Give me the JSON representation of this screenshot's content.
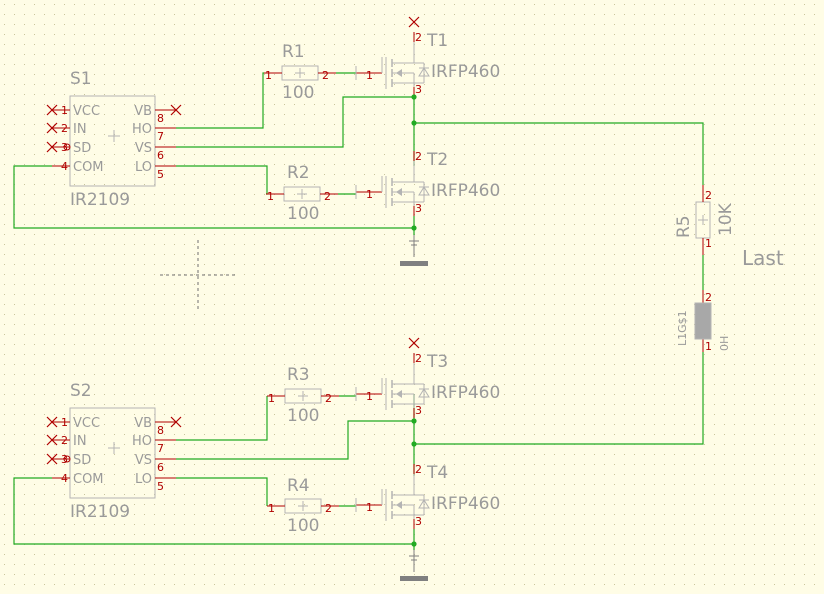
{
  "colors": {
    "background": "#fffde6",
    "grid_dot": "#c8c49a",
    "part_outline": "#b4b4b4",
    "part_text": "#9a9a9a",
    "pin_line": "#b00000",
    "pin_number": "#b00000",
    "wire": "#22aa22",
    "junction": "#22aa22",
    "unconnected_marker": "#b00000",
    "ground": "#808080",
    "inductor_fill": "#a8a8a8"
  },
  "drivers": [
    {
      "name": "S1",
      "value": "IR2109",
      "left_pins": [
        {
          "label": "VCC",
          "number": "1"
        },
        {
          "label": "IN",
          "number": "2"
        },
        {
          "label": "SD",
          "number": "3"
        },
        {
          "label": "COM",
          "number": "4"
        }
      ],
      "right_pins": [
        {
          "label": "VB",
          "number": "8"
        },
        {
          "label": "HO",
          "number": "7"
        },
        {
          "label": "VS",
          "number": "6"
        },
        {
          "label": "LO",
          "number": "5"
        }
      ]
    },
    {
      "name": "S2",
      "value": "IR2109",
      "left_pins": [
        {
          "label": "VCC",
          "number": "1"
        },
        {
          "label": "IN",
          "number": "2"
        },
        {
          "label": "SD",
          "number": "3"
        },
        {
          "label": "COM",
          "number": "4"
        }
      ],
      "right_pins": [
        {
          "label": "VB",
          "number": "8"
        },
        {
          "label": "HO",
          "number": "7"
        },
        {
          "label": "VS",
          "number": "6"
        },
        {
          "label": "LO",
          "number": "5"
        }
      ]
    }
  ],
  "resistors": [
    {
      "name": "R1",
      "value": "100",
      "pin1": "1",
      "pin2": "2"
    },
    {
      "name": "R2",
      "value": "100",
      "pin1": "1",
      "pin2": "2"
    },
    {
      "name": "R3",
      "value": "100",
      "pin1": "1",
      "pin2": "2"
    },
    {
      "name": "R4",
      "value": "100",
      "pin1": "1",
      "pin2": "2"
    }
  ],
  "transistors": [
    {
      "name": "T1",
      "value": "IRFP460",
      "gate": "1",
      "drain": "2",
      "source": "3"
    },
    {
      "name": "T2",
      "value": "IRFP460",
      "gate": "1",
      "drain": "2",
      "source": "3"
    },
    {
      "name": "T3",
      "value": "IRFP460",
      "gate": "1",
      "drain": "2",
      "source": "3"
    },
    {
      "name": "T4",
      "value": "IRFP460",
      "gate": "1",
      "drain": "2",
      "source": "3"
    }
  ],
  "load": {
    "resistor": {
      "name": "R5",
      "value": "10K",
      "pin_top": "2",
      "pin_bottom": "1"
    },
    "inductor": {
      "name": "L1G$1",
      "value": "0H",
      "pin_top": "2",
      "pin_bottom": "1"
    },
    "label": "Last"
  }
}
